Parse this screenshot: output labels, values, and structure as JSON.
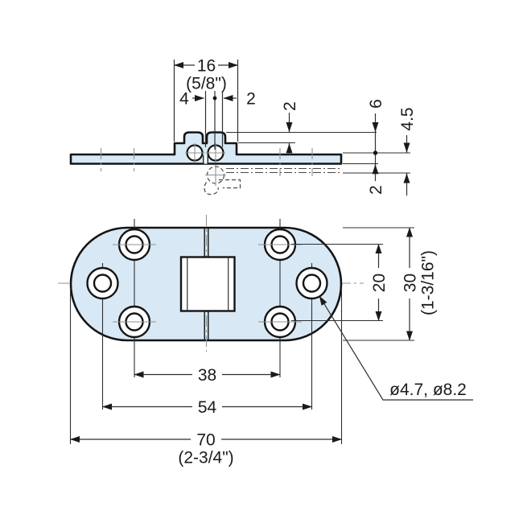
{
  "colors": {
    "part_fill": "#d8e9f5",
    "outline": "#141414",
    "thin_line": "#2f2f2f",
    "centerline": "#8d9397",
    "dashed_line": "#474747"
  },
  "side_view": {
    "labels": {
      "knuckle_width": "16",
      "knuckle_width_in": "(5/8\")",
      "pin_offset_left": "4",
      "pin_offset_right": "2",
      "knuckle_rise": "2",
      "pin_to_top": "6",
      "pin_to_flap": "4.5",
      "leaf_thickness": "2"
    }
  },
  "plan_view": {
    "labels": {
      "hole_span_inner": "38",
      "hole_span_outer": "54",
      "overall_width": "70",
      "overall_width_in": "(2-3/4\")",
      "hole_span_vertical": "20",
      "overall_height": "30",
      "overall_height_in": "(1-3/16\")",
      "hole_diameters": "ø4.7, ø8.2"
    }
  }
}
